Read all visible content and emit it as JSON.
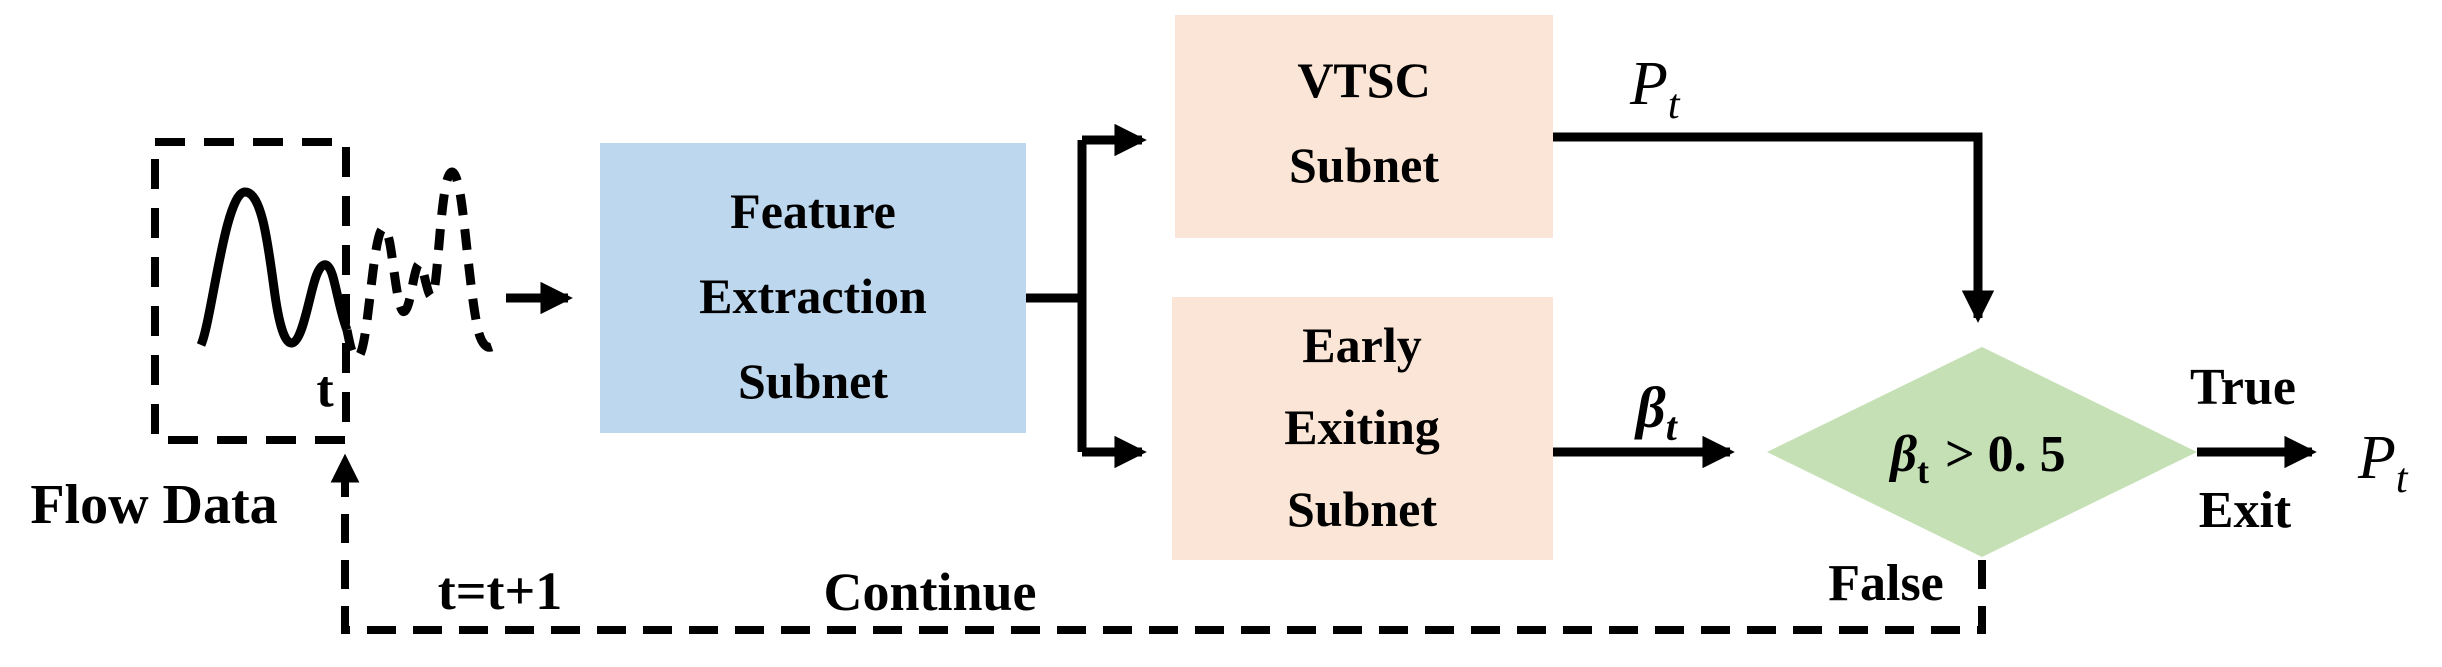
{
  "figure": {
    "type": "flowchart",
    "description": "Early-exiting time series classification pipeline"
  },
  "colors": {
    "background": "#ffffff",
    "feature_extraction_box": "#BDD7EE",
    "subnet_box": "#FBE5D6",
    "decision_diamond": "#C5E0B4",
    "line": "#000000"
  },
  "nodes": {
    "flow_data": {
      "label": "Flow Data",
      "window_tick": "t"
    },
    "feature_extraction": {
      "lines": [
        "Feature",
        "Extraction",
        "Subnet"
      ]
    },
    "vtsc": {
      "lines": [
        "VTSC",
        "Subnet"
      ]
    },
    "early_exiting": {
      "lines": [
        "Early",
        "Exiting",
        "Subnet"
      ]
    },
    "decision": {
      "variable": "β",
      "subscript": "t",
      "condition": "> 0. 5"
    }
  },
  "labels": {
    "vtsc_output": {
      "main": "P",
      "sub": "t"
    },
    "early_output": {
      "main": "β",
      "sub": "t"
    },
    "final_output": {
      "main": "P",
      "sub": "t"
    },
    "branch_true": "True",
    "branch_exit": "Exit",
    "branch_false": "False",
    "loop_increment": "t=t+1",
    "loop_continue": "Continue"
  }
}
